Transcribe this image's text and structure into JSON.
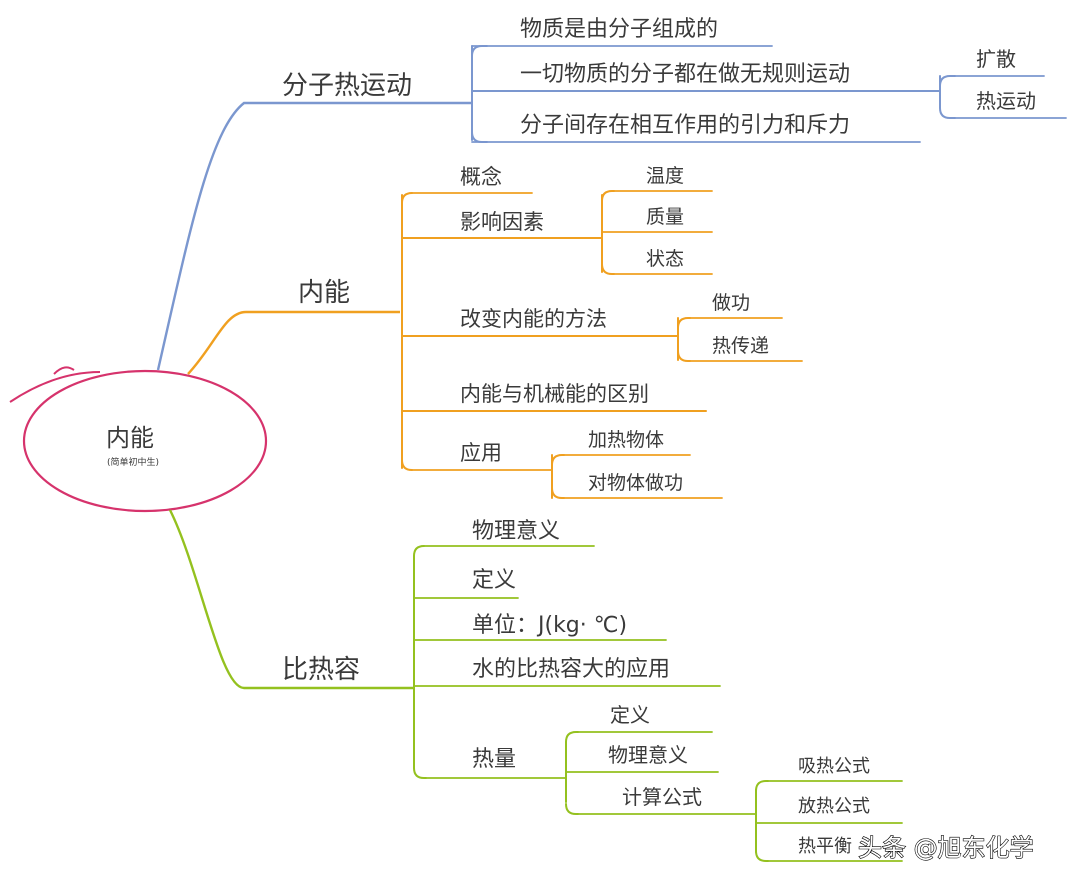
{
  "root": {
    "title": "内能",
    "subtitle": "(简单初中生)",
    "border_color": "#d6336c"
  },
  "branches": [
    {
      "label": "分子热运动",
      "color": "#7b97cf",
      "children": [
        {
          "label": "物质是由分子组成的"
        },
        {
          "label": "一切物质的分子都在做无规则运动",
          "children": [
            {
              "label": "扩散"
            },
            {
              "label": "热运动"
            }
          ]
        },
        {
          "label": "分子间存在相互作用的引力和斥力"
        }
      ]
    },
    {
      "label": "内能",
      "color": "#f0a020",
      "children": [
        {
          "label": "概念"
        },
        {
          "label": "影响因素",
          "children": [
            {
              "label": "温度"
            },
            {
              "label": "质量"
            },
            {
              "label": "状态"
            }
          ]
        },
        {
          "label": "改变内能的方法",
          "children": [
            {
              "label": "做功"
            },
            {
              "label": "热传递"
            }
          ]
        },
        {
          "label": "内能与机械能的区别"
        },
        {
          "label": "应用",
          "children": [
            {
              "label": "加热物体"
            },
            {
              "label": "对物体做功"
            }
          ]
        }
      ]
    },
    {
      "label": "比热容",
      "color": "#94c11f",
      "children": [
        {
          "label": "物理意义"
        },
        {
          "label": "定义"
        },
        {
          "label": "单位：J(kg· ℃)"
        },
        {
          "label": "水的比热容大的应用"
        },
        {
          "label": "热量",
          "children": [
            {
              "label": "定义"
            },
            {
              "label": "物理意义"
            },
            {
              "label": "计算公式",
              "children": [
                {
                  "label": "吸热公式"
                },
                {
                  "label": "放热公式"
                },
                {
                  "label": "热平衡"
                }
              ]
            }
          ]
        }
      ]
    }
  ],
  "watermark": "头条 @旭东化学"
}
